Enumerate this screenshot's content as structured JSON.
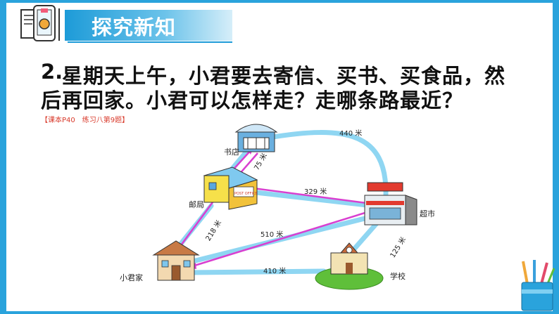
{
  "section_title": "探究新知",
  "question": {
    "number": "2.",
    "line1": "星期天上午，小君要去寄信、买书、买食品，然",
    "line2": "后再回家。小君可以怎样走？走哪条路最近？"
  },
  "reference": "【课本P40　练习八第9题】",
  "map": {
    "places": {
      "bookstore": "书店",
      "post_office": "邮局",
      "supermarket": "超市",
      "home": "小君家",
      "school": "学校",
      "post_sign": "POST OFFICE"
    },
    "distances": {
      "bookstore_supermarket": "440 米",
      "bookstore_post": "75 米",
      "post_supermarket": "329 米",
      "post_home": "218 米",
      "home_supermarket": "510 米",
      "school_supermarket": "125 米",
      "home_school": "410 米"
    },
    "colors": {
      "road": "#8fd6f2",
      "route": "#d93fd0",
      "grass": "#5fbf3a"
    }
  }
}
